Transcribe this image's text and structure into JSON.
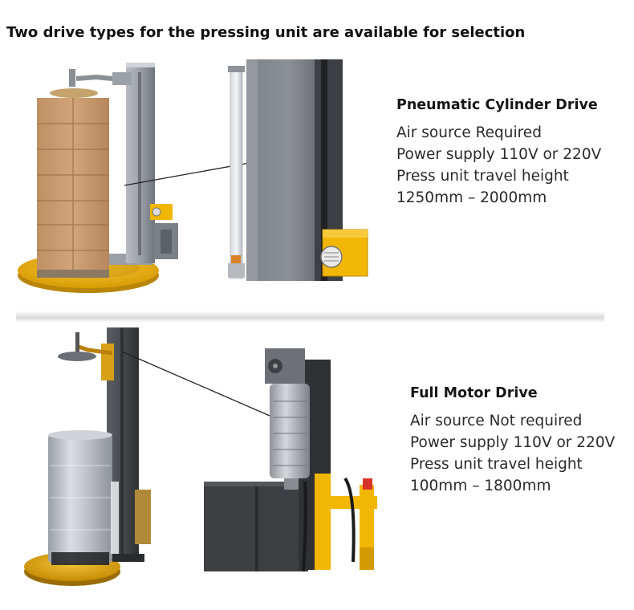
{
  "page": {
    "title": "Two drive types for the pressing unit are available for selection"
  },
  "options": [
    {
      "name": "Pneumatic Cylinder Drive",
      "lines": [
        "Air source Required",
        "Power supply 110V or 220V",
        "Press unit travel height",
        "1250mm – 2000mm"
      ]
    },
    {
      "name": "Full Motor Drive",
      "lines": [
        "Air source Not required",
        "Power supply 110V or 220V",
        "Press unit travel height",
        "100mm – 1800mm"
      ]
    }
  ],
  "icons": {
    "top_machine": "pallet-wrapper-with-cartons-icon",
    "top_detail": "pneumatic-cylinder-detail-icon",
    "bottom_machine": "pallet-wrapper-with-film-icon",
    "bottom_detail": "electric-motor-detail-icon"
  },
  "colors": {
    "accent_yellow": "#f2b705",
    "machine_grey": "#8c9096",
    "carton_brown": "#c89668",
    "dark_panel": "#3e3f43"
  }
}
